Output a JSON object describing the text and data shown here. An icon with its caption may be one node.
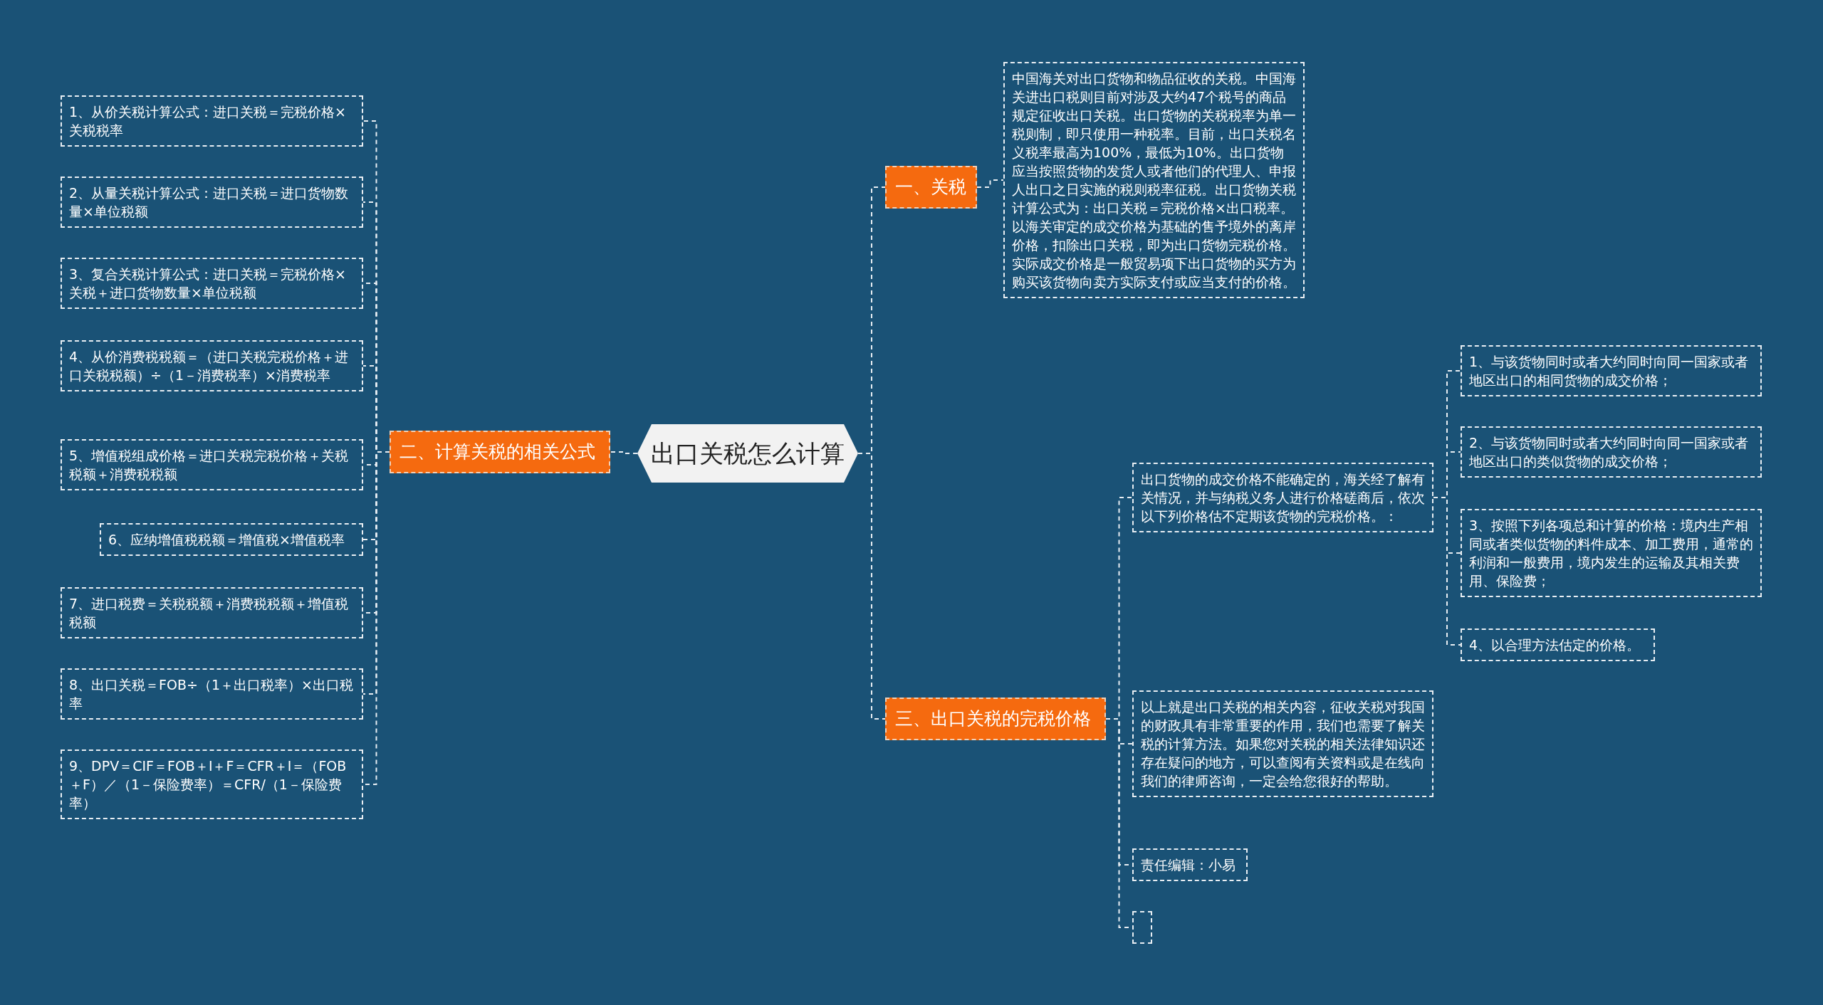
{
  "diagram": {
    "nodes": [
      {
        "text": [
          "出口关税怎么计算"
        ]
      },
      {
        "text": [
          "一、关税"
        ]
      },
      {
        "text": [
          "中国海关对出口货物和物品征收的关税。中国海关进出口税则目前对涉及大约47个税号的商品规定征收出口关税。出口货物的关税税率为单一税则制，即只使用一种税率。目前，出口关税名义税率最高为100%，最低为10%。出口货物应当按照货物的发货人或者他们的代理人、申报人出口之日实施的税则税率征税。出口货物关税计算公式为：出口关税＝完税价格×出口税率。以海关审定的成交价格为基础的售予境外的离岸价格，扣除出口关税，即为出口货物完税价格。实际成交价格是一般贸易项下出口货物的买方为购买该货物向卖方实际支付或应当支付的价格。"
        ]
      },
      {
        "text": [
          "二、计算关税的相关公式"
        ]
      },
      {
        "text": [
          "1、从价关税计算公式：进口关税＝完税价格×关税税率"
        ]
      },
      {
        "text": [
          "2、从量关税计算公式：进口关税＝进口货物数量×单位税额"
        ]
      },
      {
        "text": [
          "3、复合关税计算公式：进口关税＝完税价格×关税＋进口货物数量×单位税额"
        ]
      },
      {
        "text": [
          "4、从价消费税税额＝（进口关税完税价格＋进口关税税额）÷（1－消费税率）×消费税率"
        ]
      },
      {
        "text": [
          "5、增值税组成价格＝进口关税完税价格＋关税税额＋消费税税额"
        ]
      },
      {
        "text": [
          "6、应纳增值税税额＝增值税×增值税率"
        ]
      },
      {
        "text": [
          "7、进口税费＝关税税额＋消费税税额＋增值税税额"
        ]
      },
      {
        "text": [
          "8、出口关税＝FOB÷（1＋出口税率）×出口税率"
        ]
      },
      {
        "text": [
          "9、DPV＝CIF＝FOB＋I＋F＝CFR＋I＝（FOB＋F）／（1－保险费率）＝CFR/（1－保险费率）"
        ]
      },
      {
        "text": [
          "三、出口关税的完税价格"
        ]
      },
      {
        "text": [
          "出口货物的成交价格不能确定的，海关经了解有关情况，并与纳税义务人进行价格磋商后，依次以下列价格估不定期该货物的完税价格。："
        ]
      },
      {
        "text": [
          "1、与该货物同时或者大约同时向同一国家或者地区出口的相同货物的成交价格；"
        ]
      },
      {
        "text": [
          "2、与该货物同时或者大约同时向同一国家或者地区出口的类似货物的成交价格；"
        ]
      },
      {
        "text": [
          "3、按照下列各项总和计算的价格：境内生产相同或者类似货物的料件成本、加工费用，通常的利润和一般费用，境内发生的运输及其相关费用、保险费；"
        ]
      },
      {
        "text": [
          "4、以合理方法估定的价格。"
        ]
      },
      {
        "text": [
          "以上就是出口关税的相关内容，征收关税对我国的财政具有非常重要的作用，我们也需要了解关税的计算方法。如果您对关税的相关法律知识还存在疑问的地方，可以查阅有关资料或是在线向我们的律师咨询，一定会给您很好的帮助。"
        ]
      },
      {
        "text": [
          "责任编辑：小易"
        ]
      },
      {
        "text": [],
        "shape": "box"
      }
    ],
    "edges": [
      {
        "from": 0,
        "to": 1,
        "arrow": "none"
      },
      {
        "from": 1,
        "to": 2,
        "arrow": "none"
      },
      {
        "from": 0,
        "to": 3,
        "arrow": "none"
      },
      {
        "from": 3,
        "to": 4,
        "arrow": "none"
      },
      {
        "from": 3,
        "to": 5,
        "arrow": "none"
      },
      {
        "from": 3,
        "to": 6,
        "arrow": "none"
      },
      {
        "from": 3,
        "to": 7,
        "arrow": "none"
      },
      {
        "from": 3,
        "to": 8,
        "arrow": "none"
      },
      {
        "from": 3,
        "to": 9,
        "arrow": "none"
      },
      {
        "from": 3,
        "to": 10,
        "arrow": "none"
      },
      {
        "from": 3,
        "to": 11,
        "arrow": "none"
      },
      {
        "from": 3,
        "to": 12,
        "arrow": "none"
      },
      {
        "from": 0,
        "to": 13,
        "arrow": "none"
      },
      {
        "from": 13,
        "to": 14,
        "arrow": "none"
      },
      {
        "from": 14,
        "to": 15,
        "arrow": "none"
      },
      {
        "from": 14,
        "to": 16,
        "arrow": "none"
      },
      {
        "from": 14,
        "to": 17,
        "arrow": "none"
      },
      {
        "from": 14,
        "to": 18,
        "arrow": "none"
      },
      {
        "from": 13,
        "to": 19,
        "arrow": "none"
      },
      {
        "from": 13,
        "to": 20,
        "arrow": "none"
      },
      {
        "from": 13,
        "to": 21,
        "arrow": "none"
      }
    ]
  }
}
